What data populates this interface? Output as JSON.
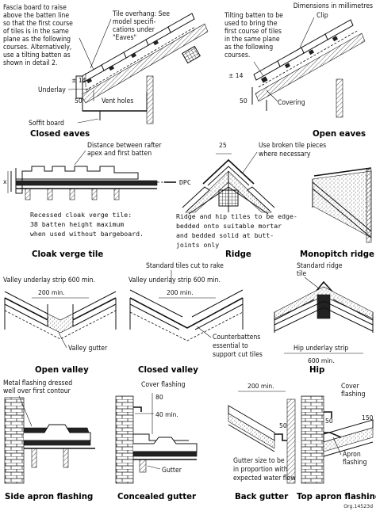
{
  "header": {
    "units_note": "Dimensions in millimetres"
  },
  "details": {
    "closed_eaves": {
      "title": "Closed eaves",
      "note_lines": [
        "Fascia board to raise",
        "above the batten line",
        "so that the first course",
        "of tiles is in the same",
        "plane as the following",
        "courses. Alternatively,",
        "use a tilting batten as",
        "shown in detail 2."
      ],
      "overhang_lines": [
        "Tile overhang: See",
        "model specifi-",
        "cations under",
        "\"Eaves\""
      ],
      "label_underlay": "Underlay",
      "label_vent_holes": "Vent holes",
      "label_soffit": "Soffit board",
      "dim_tolerance": "± 14",
      "dim_50": "50"
    },
    "open_eaves": {
      "title": "Open eaves",
      "note_lines": [
        "Tilting batten to be",
        "used to bring the",
        "first course of tiles",
        "in the same plane",
        "as the following",
        "courses."
      ],
      "label_clip": "Clip",
      "label_covering": "Covering",
      "dim_tolerance": "± 14",
      "dim_50": "50"
    },
    "cloak_verge": {
      "title": "Cloak verge tile",
      "note_top_lines": [
        "Distance between rafter",
        "apex and first batten"
      ],
      "label_x": "x",
      "label_dpc": "DPC",
      "note_lines": [
        "Recessed cloak verge tile:",
        "38 batten height maximum",
        "when used without bargeboard."
      ]
    },
    "ridge": {
      "title": "Ridge",
      "dim_25": "25",
      "note_broken_lines": [
        "Use broken tile pieces",
        "where necessary"
      ],
      "note_lines": [
        "Ridge and hip tiles to be edge-",
        "bedded onto suitable mortar",
        "and bedded solid at butt-",
        "joints only"
      ]
    },
    "monopitch": {
      "title": "Monopitch ridge"
    },
    "open_valley": {
      "title": "Open valley",
      "label_strip": "Valley underlay strip 600 min.",
      "dim_200": "200 min.",
      "label_gutter": "Valley gutter"
    },
    "closed_valley": {
      "title": "Closed valley",
      "label_standard": "Standard  tiles cut to rake",
      "label_strip": "Valley underlay strip 600 min.",
      "dim_200": "200 min.",
      "note_lines": [
        "Counterbattens",
        "essential to",
        "support cut tiles"
      ]
    },
    "hip": {
      "title": "Hip",
      "label_ridge_lines": [
        "Standard ridge",
        "tile"
      ],
      "label_strip": "Hip underlay strip",
      "dim_600": "600 min."
    },
    "side_apron": {
      "title": "Side apron flashing",
      "note_lines": [
        "Metal flashing dressed",
        "well over first contour"
      ]
    },
    "concealed_gutter": {
      "title": "Concealed gutter",
      "label_cover": "Cover flashing",
      "dim_80": "80",
      "dim_40": "40 min.",
      "label_gutter": "Gutter"
    },
    "back_gutter": {
      "title": "Back gutter",
      "dim_200": "200 min.",
      "dim_50": "50",
      "note_lines": [
        "Gutter size to be",
        "in proportion with",
        "expected water flow"
      ]
    },
    "top_apron": {
      "title": "Top apron flashing",
      "label_cover_lines": [
        "Cover",
        "flashing"
      ],
      "dim_50": "50",
      "dim_150": "150",
      "label_apron_lines": [
        "Apron",
        "flashing"
      ]
    }
  },
  "footer": {
    "reference": "Org.14523d"
  }
}
